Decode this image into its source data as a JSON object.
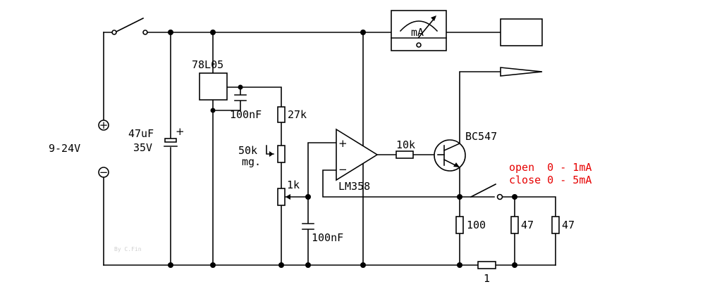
{
  "diagram": {
    "supply_label": "9-24V",
    "cap1_label": "47uF",
    "cap1_voltage": "35V",
    "regulator_label": "78L05",
    "cap2_label": "100nF",
    "r1_label": "27k",
    "pot_label": "50k",
    "pot_sub_label": "mg.",
    "pot2_label": "1k",
    "cap3_label": "100nF",
    "opamp_label": "LM358",
    "r2_label": "10k",
    "transistor_label": "BC547",
    "meter_label": "mA",
    "switch_open_text": "open  0 - 1mA",
    "switch_close_text": "close 0 - 5mA",
    "r3_label": "100",
    "r4_label": "47",
    "r5_label": "47",
    "r6_label": "1",
    "credit": "By C.Fin",
    "plus_symbol": "+",
    "minus_symbol": "−",
    "opamp_plus": "+",
    "opamp_minus": "−",
    "cap_plus": "+"
  },
  "colors": {
    "ink": "#000000",
    "annotation": "#e60000",
    "credit": "#cfcfcf"
  }
}
